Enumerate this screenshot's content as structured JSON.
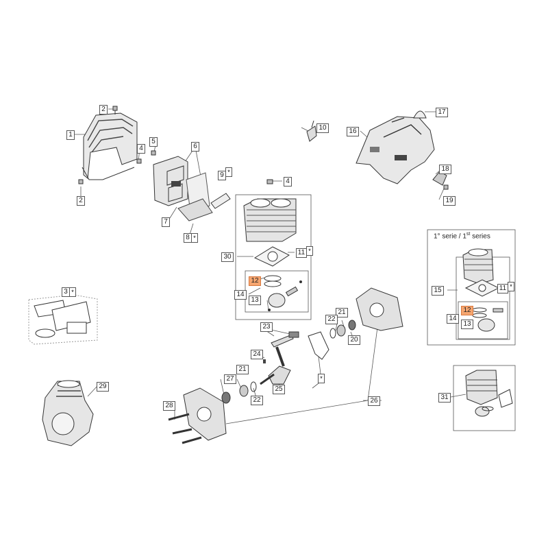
{
  "colors": {
    "highlight": "#f6a670",
    "line": "#555555",
    "part_fill": "#e6e6e6",
    "part_dark": "#333333"
  },
  "labels": {
    "l1": "1",
    "l2a": "2",
    "l2b": "2",
    "l3": "3",
    "l4a": "4",
    "l4b": "4",
    "l5": "5",
    "l6": "6",
    "l7": "7",
    "l8": "8",
    "l9": "9",
    "l10": "10",
    "l11a": "11",
    "l11b": "11",
    "l12a": "12",
    "l12b": "12",
    "l13a": "13",
    "l13b": "13",
    "l14a": "14",
    "l14b": "14",
    "l15": "15",
    "l16": "16",
    "l17": "17",
    "l18": "18",
    "l19": "19",
    "l20": "20",
    "l21a": "21",
    "l21b": "21",
    "l22a": "22",
    "l22b": "22",
    "l23": "23",
    "l24": "24",
    "l25": "25",
    "l26": "26",
    "l27": "27",
    "l28": "28",
    "l29": "29",
    "l30": "30",
    "l31": "31"
  },
  "asterisk": "*",
  "series": {
    "first": "1° serie / 1",
    "sup": "st",
    "second": " series"
  }
}
